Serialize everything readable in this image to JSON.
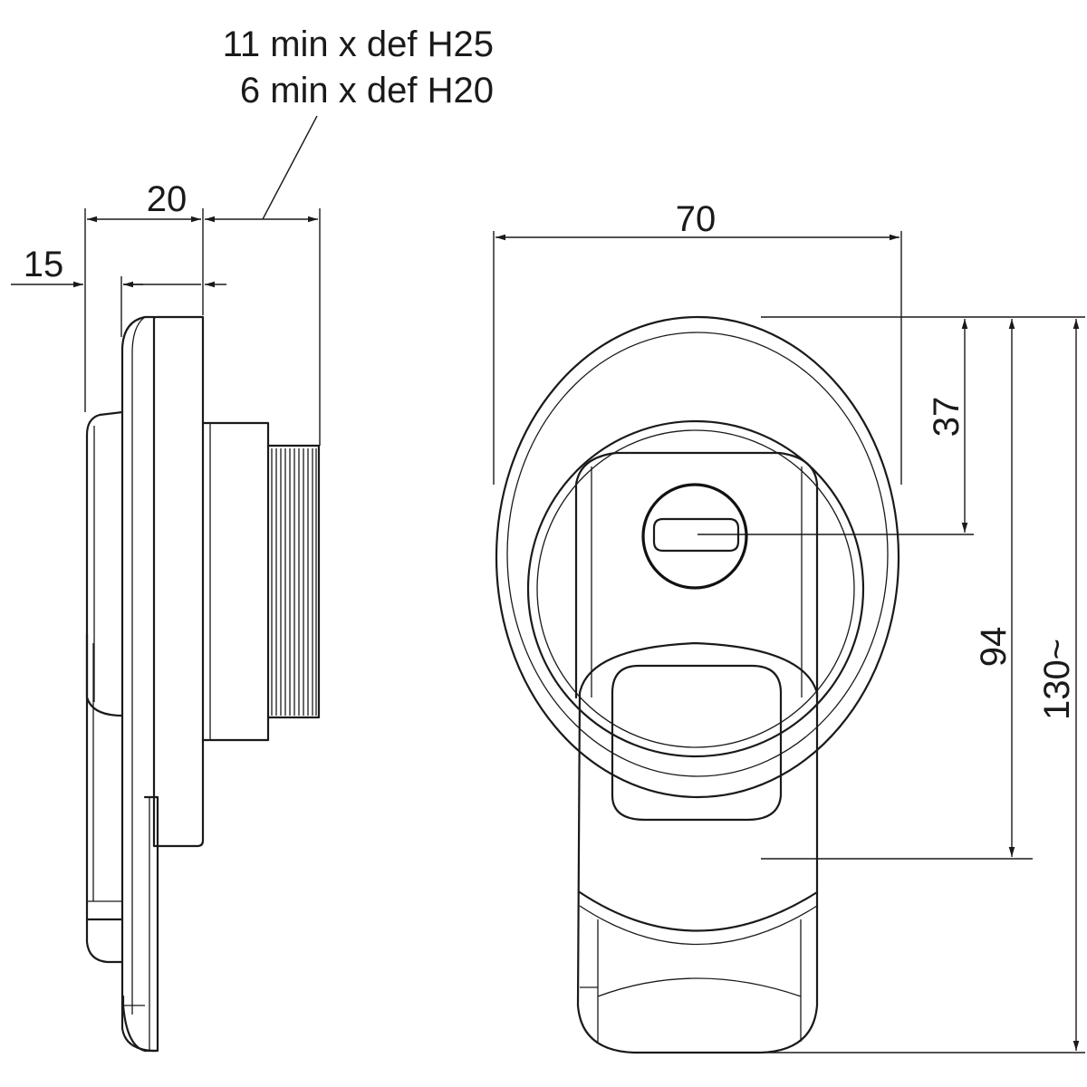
{
  "labels": {
    "thread_note_line1": "11 min x def H25",
    "thread_note_line2": "6 min x def H20",
    "dim_20": "20",
    "dim_15": "15",
    "dim_70": "70",
    "dim_37": "37",
    "dim_94": "94",
    "dim_130": "130~"
  }
}
